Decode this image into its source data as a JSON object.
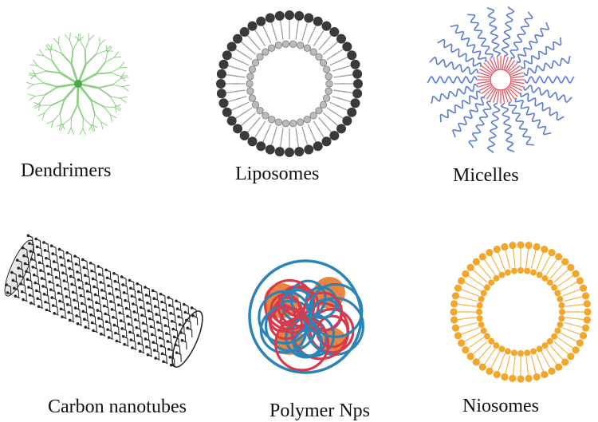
{
  "figure": {
    "items": [
      {
        "id": "dendrimers",
        "label": "Dendrimers",
        "color": "#8ccf82"
      },
      {
        "id": "liposomes",
        "label": "Liposomes",
        "color": "#3a3a3a"
      },
      {
        "id": "micelles",
        "label": "Micelles",
        "color": "#5a7bd6",
        "accent": "#e05a6a"
      },
      {
        "id": "carbon_nanotubes",
        "label": "Carbon nanotubes",
        "color": "#2a2a2a"
      },
      {
        "id": "polymer_nps",
        "label": "Polymer Nps",
        "color": "#2a84b8",
        "accent": "#d83a4a",
        "core": "#e8782a"
      },
      {
        "id": "niosomes",
        "label": "Niosomes",
        "color": "#f2a62a"
      }
    ]
  }
}
